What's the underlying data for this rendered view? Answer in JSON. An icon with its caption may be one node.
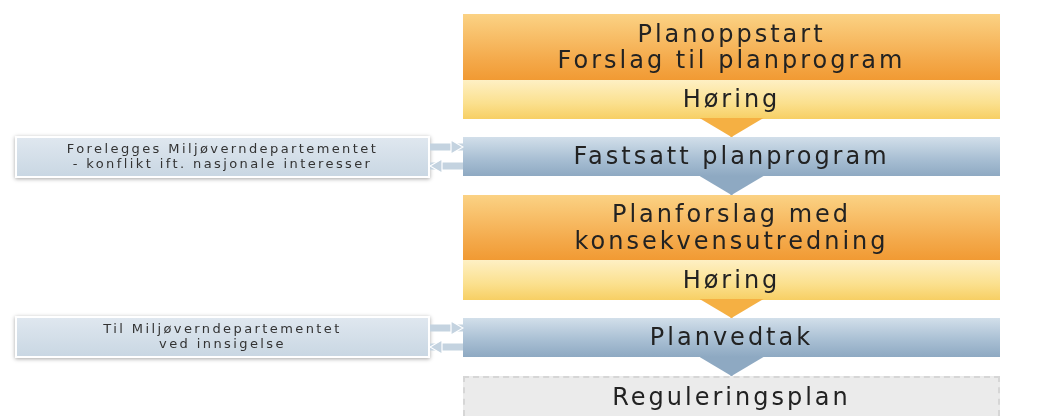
{
  "diagram": {
    "nodes": [
      {
        "text": [
          "Planoppstart",
          "Forslag til planprogram"
        ]
      },
      {
        "text": [
          "Høring"
        ]
      },
      {
        "text": [
          "Forelegges Miljøverndepartementet - konflikt ift. nasjonale interesser"
        ]
      },
      {
        "text": [
          "Fastsatt planprogram"
        ]
      },
      {
        "text": [
          "Planforslag med konsekvensutredning"
        ]
      },
      {
        "text": [
          "Høring"
        ]
      },
      {
        "text": [
          "Til Miljøverndepartementet ved innsigelse"
        ]
      },
      {
        "text": [
          "Planvedtak"
        ]
      },
      {
        "text": [
          "Reguleringsplan"
        ]
      }
    ],
    "edges": [
      {
        "from": 1,
        "to": 3,
        "arrow": "to",
        "color": "#f5b043"
      },
      {
        "from": 2,
        "to": 3,
        "arrow": "to",
        "style": "thick"
      },
      {
        "from": 3,
        "to": 2,
        "arrow": "to",
        "style": "thick"
      },
      {
        "from": 3,
        "to": 4,
        "arrow": "to"
      },
      {
        "from": 5,
        "to": 7,
        "arrow": "to",
        "color": "#f5b043"
      },
      {
        "from": 6,
        "to": 7,
        "arrow": "to",
        "style": "thick"
      },
      {
        "from": 7,
        "to": 6,
        "arrow": "to",
        "style": "thick"
      },
      {
        "from": 7,
        "to": 8,
        "arrow": "to"
      }
    ]
  }
}
